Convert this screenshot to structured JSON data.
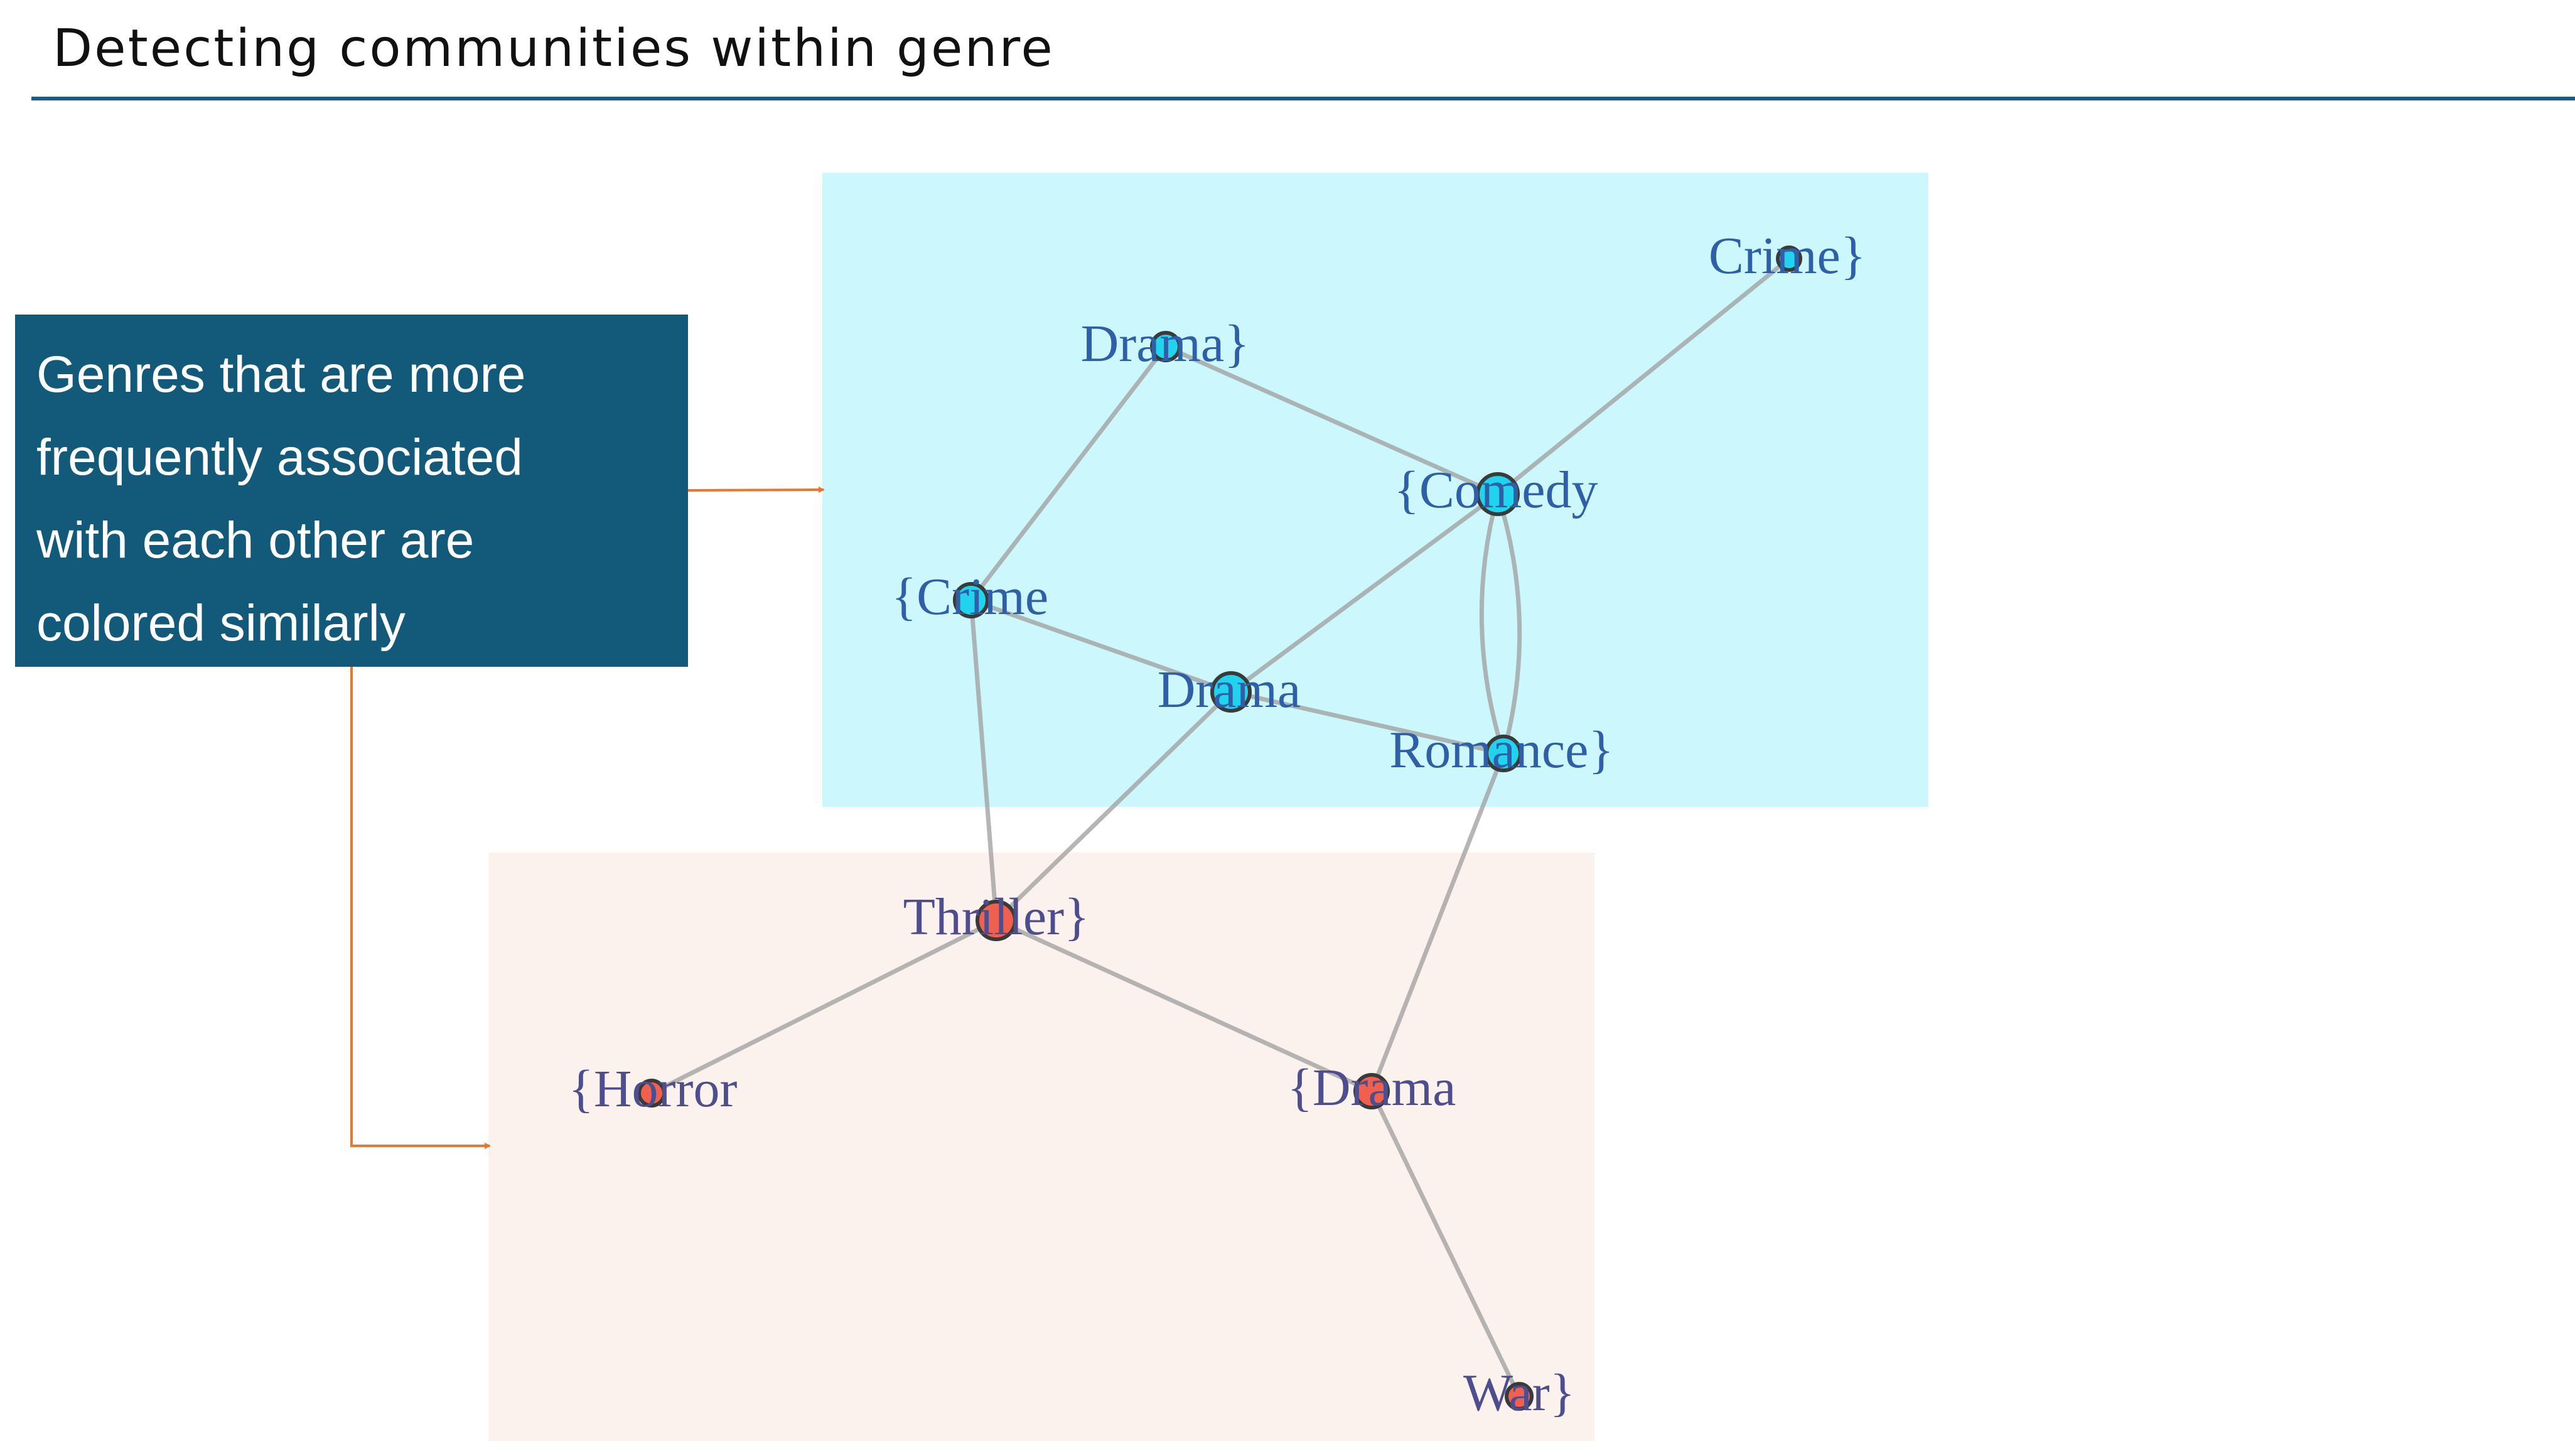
{
  "title": "Detecting communities within genre",
  "callout": {
    "lines": [
      "Genres that are more",
      "frequently associated",
      "with each other are",
      "colored similarly"
    ]
  },
  "colors": {
    "title_rule": "#1d5b84",
    "callout_bg": "#135a7a",
    "arrow": "#e8762e",
    "community_a_bg": "#ccf7fd",
    "community_b_bg": "#fcf2ed",
    "community_a_node": "#22d3ee",
    "community_b_node": "#f0604e",
    "edge": "#a3a3a3",
    "label_a": "#2f5fa6",
    "label_b": "#4e4e8e"
  },
  "nodes": [
    {
      "id": "crime_end",
      "label": "Crime}",
      "community": "a"
    },
    {
      "id": "drama_end",
      "label": "Drama}",
      "community": "a"
    },
    {
      "id": "comedy_start",
      "label": "{Comedy",
      "community": "a"
    },
    {
      "id": "crime_start",
      "label": "{Crime",
      "community": "a"
    },
    {
      "id": "drama_mid",
      "label": "Drama",
      "community": "a"
    },
    {
      "id": "romance_end",
      "label": "Romance}",
      "community": "a"
    },
    {
      "id": "thriller_end",
      "label": "Thriller}",
      "community": "b"
    },
    {
      "id": "horror_start",
      "label": "{Horror",
      "community": "b"
    },
    {
      "id": "drama_start",
      "label": "{Drama",
      "community": "b"
    },
    {
      "id": "war_end",
      "label": "War}",
      "community": "b"
    }
  ],
  "edges": [
    [
      "comedy_start",
      "crime_end"
    ],
    [
      "comedy_start",
      "drama_end"
    ],
    [
      "drama_end",
      "crime_start"
    ],
    [
      "comedy_start",
      "drama_mid"
    ],
    [
      "comedy_start",
      "romance_end"
    ],
    [
      "comedy_start",
      "romance_end"
    ],
    [
      "crime_start",
      "drama_mid"
    ],
    [
      "drama_mid",
      "romance_end"
    ],
    [
      "crime_start",
      "thriller_end"
    ],
    [
      "drama_mid",
      "thriller_end"
    ],
    [
      "romance_end",
      "drama_start"
    ],
    [
      "thriller_end",
      "horror_start"
    ],
    [
      "thriller_end",
      "drama_start"
    ],
    [
      "drama_start",
      "war_end"
    ]
  ]
}
